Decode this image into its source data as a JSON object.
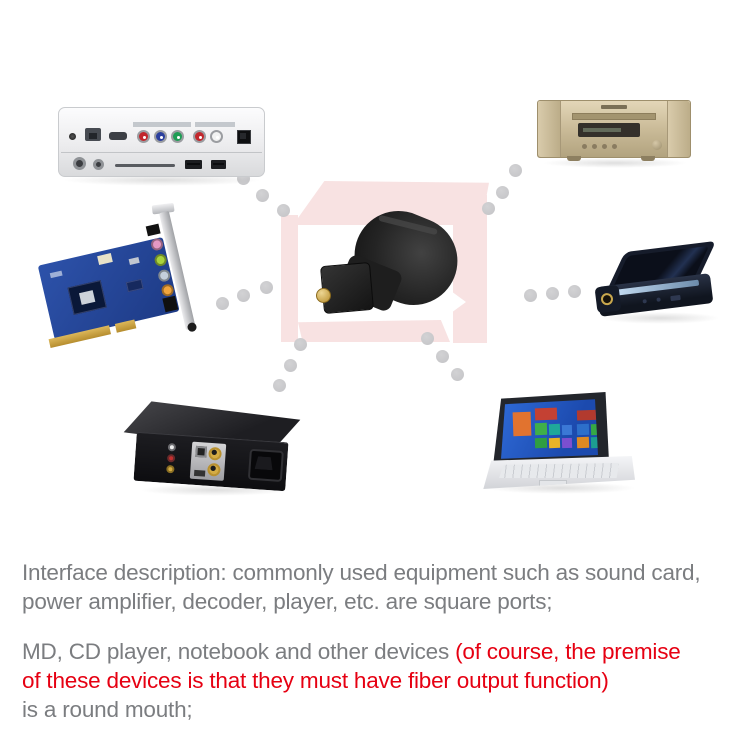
{
  "image_role": "optical-audio-adapter-compatibility-infographic",
  "colors": {
    "background": "#ffffff",
    "body_text_gray": "#7b7d80",
    "highlight_red": "#e60012",
    "connection_dot_gray": "#c7c7c9",
    "watermark_pink": "#f8e2e2"
  },
  "diagram": {
    "center_item": "optical-toslink-adapter",
    "connected_devices": [
      "decoder-set-top-box",
      "cd-player",
      "sound-card",
      "md-player",
      "power-amplifier",
      "laptop-notebook"
    ]
  },
  "description": {
    "line1": "Interface description: commonly used equipment such as sound card,",
    "line2": "power amplifier, decoder, player, etc. are square ports;",
    "line3_gray": "MD, CD player, notebook and other devices ",
    "line3_red": "(of course, the premise",
    "line4_red": "of these devices is that they must have fiber output function)",
    "line5": "is a round mouth;"
  }
}
